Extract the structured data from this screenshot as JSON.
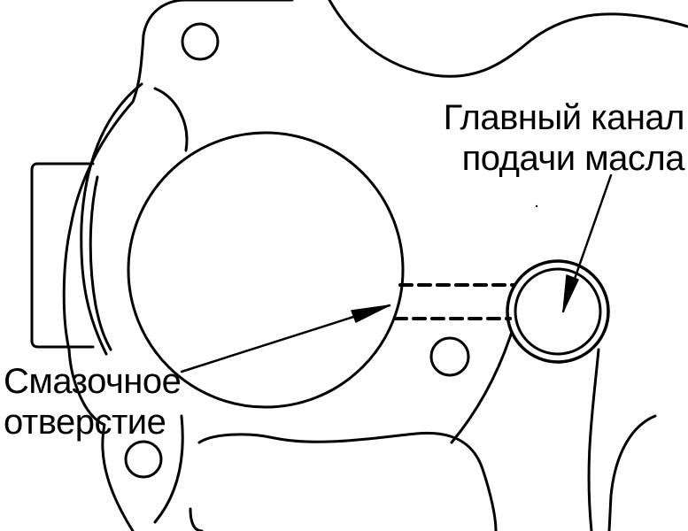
{
  "labels": {
    "main_channel": {
      "line1": "Главный канал",
      "line2": "подачи масла"
    },
    "lube_hole": {
      "line1": "Смазочное",
      "line2": "отверстие"
    }
  },
  "colors": {
    "ink": "#000000",
    "paper": "#ffffff"
  }
}
